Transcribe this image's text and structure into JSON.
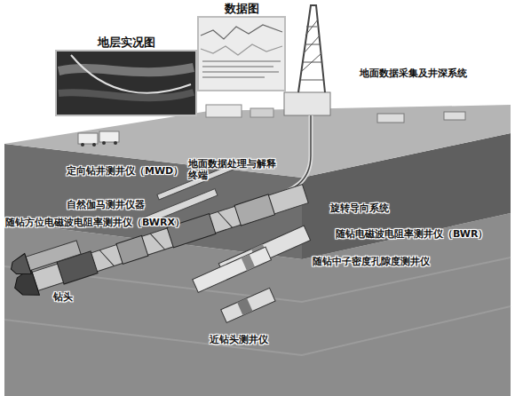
{
  "diagram": {
    "nodes": [
      {
        "text": [
          "地层实况图"
        ]
      },
      {
        "text": [
          "数据图"
        ]
      }
    ],
    "labels": [
      "地面数据处理与解释终端",
      "地面数据采集及井深系统",
      "定向钻井测井仪（MWD）",
      "自然伽马测井仪器",
      "随钻方位电磁波电阻率测井仪（BWRX）",
      "旋转导向系统",
      "随钻电磁波电阻率测井仪（BWR）",
      "随钻中子密度孔隙度测井仪",
      "钻头",
      "近钻头测井仪"
    ]
  }
}
